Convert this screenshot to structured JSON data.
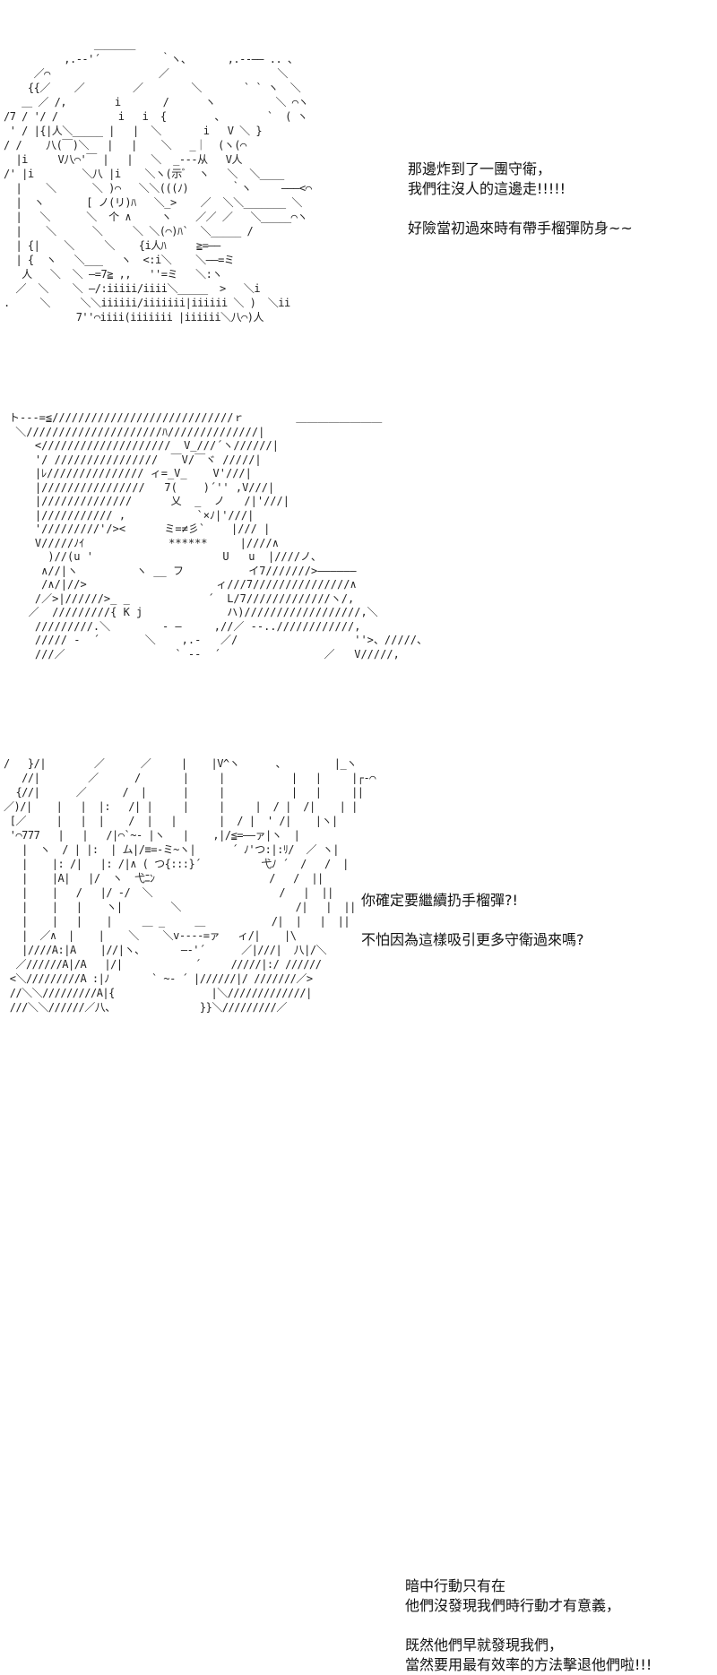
{
  "panels": [
    {
      "art": "               ＿＿＿＿\n          ,.-‐'´          ｀ヽ、      ,.-‐―― .. 、\n     ／⌒                  ／                  ＼\n    {{／    ／        ／        ＼       ` ` ヽ  ＼\n   ＿ ／ /,        i       /      ヽ          ＼ ⌒ヽ\n/7 / '/ /          i   i  {        、       `  ( ヽ\n ' / |{|人＼_____ |   |  ＼       i   V ＼ }\n/ /    八(￣)＼   |   |    ＼   _｜  (ヽ(⌒\n  |i     V八⌒'￣ |   |   ＼  _---从   V人\n/' |i        ＼八 |i    ＼ヽ(示ﾞ  ヽ   ＼  ＼____\n  |    ＼      ＼ )⌒   ＼＼(((ﾉ)       ｀ヽ     ―――<⌒\n  |  ヽ       [ ノ(リ)ﾊ   ＼_>    ／  ＼＼_______ ＼\n  |   ＼      ＼  个 ∧     ヽ    ／／ ／   ＼_____⌒ヽ\n  |    ＼      ＼     ＼ ＼(⌒)ﾊ`  ＼_____ /\n  | {|    ＼     ＼    {i人ﾊ     ≧=――\n  | {  ヽ   ＼___   ヽ  <:i＼    ＼――=ミ\n   人   ＼  ＼ ―=7≧ ,,   ''=ミ   ＼:ヽ\n  ／  ＼    ＼ ―/:iiiii/iiii＼_____  >   ＼i\n.     ＼     ＼＼iiiiii/iiiiiii|iiiiii ＼ )  ＼ii\n            7''⌒iiii(iiiiiii |iiiiii＼八⌒)人",
      "lines": [
        "那邊炸到了一團守衛，",
        "我們往沒人的這邊走!!!!!",
        "",
        "好險當初過來時有帶手榴彈防身~~"
      ]
    },
    {
      "art": "ト---=≦////////////////////////////ｒ        ＿＿＿＿＿＿＿＿\n ＼/////////////////////ﾊ//////////////|\n    <////////////////////  V_///´ヽ//////|\n    '/ ////////////////  ￣V/￣ヾ /////|\n    |ﾚ/////////////// ィ=_V_    V'///|\n    |////////////////   7(    )´'' ,V///|\n    |//////////////      乂  _  ノ   /|'///|\n    |/////////// ,           `×ﾉ|'///|\n    '/////////'/><      ミ=≠彡`    |/// |\n    V/////ﾉｲ             ******     |////∧\n      )//(u '                    U   u  |////ノ、\n     ∧//|ヽ         ヽ __ フ          イ7///////>――――――\n     /∧/|//>                    ィ///7///////////////∧\n    /／>|//////>_ _            ´  L/7/////////////ヽ/,\n   ／  /////////{ K j             ハ)//////////////////,＼\n    /////////.＼        - ―     ,//／ --..////////////,\n    ///// -  ´       ＼    ,.‐   ／/                  ''>、/////、\n    ///／                 ` --  ´                ／   V/////,",
      "lines": [
        "你確定要繼續扔手榴彈?!",
        "",
        "不怕因為這樣吸引更多守衛過來嗎?"
      ]
    },
    {
      "art": "/   }/|        ／      ／     |    |V^ヽ      、        |_ヽ\n   //|        ／      /       |     |           |   |     |┌‐⌒\n  {//|      ／      /  |      |     |           |   |     ||\n／)/|    |   |  |:   /| |     |     |     |  / |  /|    | |\n [／     |   |  |    /  |   |       |  / |  ' /|    |ヽ|\n '⌒777   |   |   /|⌒`~‐ |ヽ   |    ,|/≦=――ァ|ヽ  |\n   |  ヽ  / | |:  | ム|/≡=‐ミ~ヽ|      ´ ﾉ'つ:|:ﾘ/  ／ ヽ|\n   |    |: /|   |: /|∧ ( つ{:::}´          弋ﾉ ´  /   /  |\n   |    |A|   |/  ヽ  弋ﾆﾝ                   /   /  ||\n   |    |   /   |/ ‐/  ＼                     /   |  ||\n   |    |   |    ヽ|        ＼                   /|   |  ||\n   |    |   |    |     ＿ _     ＿           /|  |   |  ||\n   |  ／∧  |    |    ＼    ＼v‐‐‐‐=ァ   ィ/|    |\\\n   |////A:|A    |//|ヽ、      ―‐'´      ／|///|  八|/＼\n  ／//////A|/A   |/|            ´     /////|:/ //////\n <＼/////////A :|ﾉ       ` ~‐ ´ |//////|/ ///////／>\n //＼＼/////////A|{                |＼/////////////|\n ///＼＼//////／八、              }}＼/////////／",
      "lines": [
        "暗中行動只有在",
        "他們沒發現我們時行動才有意義，",
        "",
        "既然他們早就發現我們，",
        "當然要用最有效率的方法擊退他們啦!!!"
      ]
    }
  ]
}
